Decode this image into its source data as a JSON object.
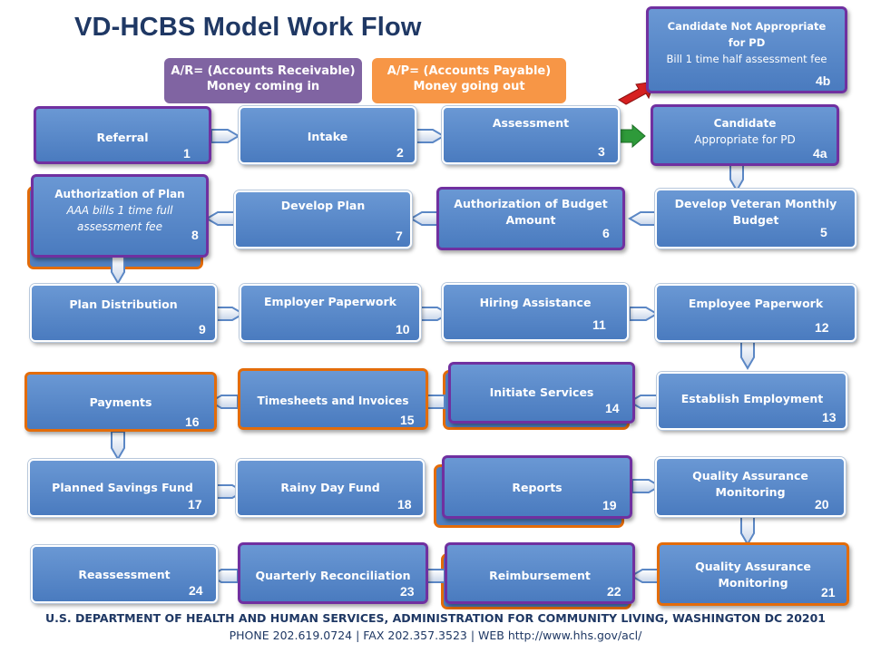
{
  "title": "VD-HCBS Model Work Flow",
  "legend": {
    "ar": {
      "line1": "A/R= (Accounts Receivable)",
      "line2": "Money coming in"
    },
    "ap": {
      "line1": "A/P= (Accounts Payable)",
      "line2": "Money going out"
    }
  },
  "colors": {
    "box_blue": "#4f81bd",
    "ar_purple": "#8064a2",
    "ap_orange": "#f79646",
    "outline_purple": "#7030a0",
    "outline_orange": "#e36c0a",
    "title_navy": "#1f3864"
  },
  "steps": {
    "s1": {
      "label": "Referral",
      "num": "1"
    },
    "s2": {
      "label": "Intake",
      "num": "2"
    },
    "s3": {
      "label": "Assessment",
      "num": "3"
    },
    "s4a": {
      "line1": "Candidate",
      "line2": "Appropriate for PD",
      "num": "4a"
    },
    "s4b": {
      "line1": "Candidate Not Appropriate",
      "line2": "for PD",
      "line3": "Bill 1 time half assessment fee",
      "num": "4b"
    },
    "s5": {
      "label": "Develop Veteran Monthly Budget",
      "num": "5"
    },
    "s6": {
      "label": "Authorization of Budget Amount",
      "num": "6"
    },
    "s7": {
      "label": "Develop Plan",
      "num": "7"
    },
    "s8": {
      "line1": "Authorization of Plan",
      "line2": "AAA bills 1 time full assessment  fee",
      "num": "8"
    },
    "s9": {
      "label": "Plan Distribution",
      "num": "9"
    },
    "s10": {
      "label": "Employer Paperwork",
      "num": "10"
    },
    "s11": {
      "label": "Hiring Assistance",
      "num": "11"
    },
    "s12": {
      "label": "Employee Paperwork",
      "num": "12"
    },
    "s13": {
      "label": "Establish Employment",
      "num": "13"
    },
    "s14": {
      "label": "Initiate Services",
      "num": "14"
    },
    "s15": {
      "label": "Timesheets and Invoices",
      "num": "15"
    },
    "s16": {
      "label": "Payments",
      "num": "16"
    },
    "s17": {
      "label": "Planned Savings Fund",
      "num": "17"
    },
    "s18": {
      "label": "Rainy Day Fund",
      "num": "18"
    },
    "s19": {
      "label": "Reports",
      "num": "19"
    },
    "s20": {
      "label": "Quality Assurance Monitoring",
      "num": "20"
    },
    "s21": {
      "label": "Quality Assurance Monitoring",
      "num": "21"
    },
    "s22": {
      "label": "Reimbursement",
      "num": "22"
    },
    "s23": {
      "label": "Quarterly Reconciliation",
      "num": "23"
    },
    "s24": {
      "label": "Reassessment",
      "num": "24"
    }
  },
  "footer": {
    "line1": "U.S. DEPARTMENT OF HEALTH AND HUMAN SERVICES, ADMINISTRATION FOR COMMUNITY LIVING, WASHINGTON DC 20201",
    "line2": "PHONE 202.619.0724  |  FAX 202.357.3523  |  WEB http://www.hhs.gov/acl/"
  }
}
